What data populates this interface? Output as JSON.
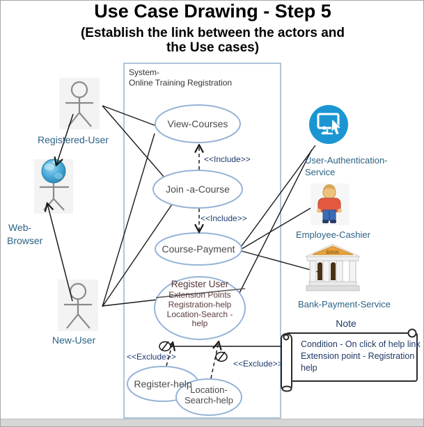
{
  "title": "Use Case Drawing - Step 5",
  "subtitle_line1": "(Establish the link between the actors and",
  "subtitle_line2": "the Use cases)",
  "system": {
    "label_line1": "System-",
    "label_line2": "Online Training Registration"
  },
  "use_cases": {
    "view_courses": "View-Courses",
    "join_a_course": "Join -a-Course",
    "course_payment": "Course-Payment",
    "register_user": {
      "title": "Register User",
      "compartment": [
        "Extension Points",
        "Registration-help",
        "Location-Search -",
        "help"
      ]
    },
    "register_help": "Register-help",
    "location_search_line1": "Location-",
    "location_search_line2": "Search-help"
  },
  "actors": {
    "registered_user": "Registered-User",
    "web_browser_line1": "Web-",
    "web_browser_line2": "Browser",
    "new_user": "New-User",
    "user_auth_line1": "User-Authentication-",
    "user_auth_line2": "Service",
    "employee_cashier": "Employee-Cashier",
    "bank_payment_service": "Bank-Payment-Service"
  },
  "stereotypes": {
    "include": "<<Include>>",
    "exclude": "<<Exclude>>"
  },
  "note": {
    "title": "Note",
    "line1": "Condition - On click of help link",
    "line2": "Extension point - Registration",
    "line3": "help"
  },
  "colors": {
    "ellipse_border": "#95b3d7",
    "system_border": "#9ab7d4",
    "stereotype_text": "#1f3c6e",
    "actor_label_text": "#2b6284",
    "note_text": "#1f3864",
    "auth_icon_blue": "#1b96d3",
    "cashier_shirt": "#e4593f",
    "bank_roof_gold": "#e8a33d",
    "line_black": "#1a1a1a"
  }
}
